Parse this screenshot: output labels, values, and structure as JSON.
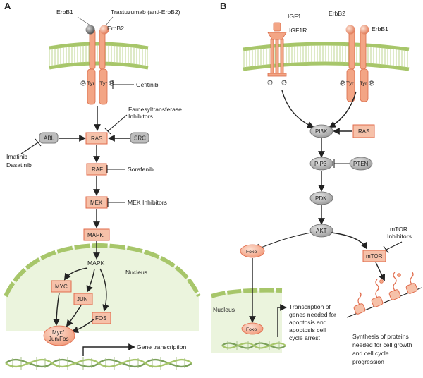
{
  "panelA": {
    "letter": "A",
    "erbb1": "ErbB1",
    "erbb2": "ErbB2",
    "trastuzumab": "Trastuzumab (anti-ErbB2)",
    "gefitinib": "Gefitinib",
    "ptyr_left_p": "P",
    "ptyr_left_tyr": "Tyr",
    "ptyr_right_tyr": "Tyr",
    "ptyr_right_p": "P",
    "farnesyl_line1": "Farnesyltransferase",
    "farnesyl_line2": "Inhibitors",
    "abl": "ABL",
    "ras": "RAS",
    "src": "SRC",
    "imatinib": "Imatinib",
    "dasatinib": "Dasatinib",
    "raf": "RAF",
    "sorafenib": "Sorafenib",
    "mek": "MEK",
    "mek_inhibitors": "MEK Inhibitors",
    "mapk_box": "MAPK",
    "nucleus": "Nucleus",
    "mapk_nuclear": "MAPK",
    "myc": "MYC",
    "jun": "JUN",
    "fos": "FOS",
    "complex_line1": "Myc/",
    "complex_line2": "Jun/Fos",
    "gene_transcription": "Gene transcription"
  },
  "panelB": {
    "letter": "B",
    "igf1": "IGF1",
    "igf1r": "IGF1R",
    "erbb2": "ErbB2",
    "erbb1": "ErbB1",
    "igf_p_left": "P",
    "igf_p_right": "P",
    "ptyr_left_p": "P",
    "ptyr_left_tyr": "Tyr",
    "ptyr_right_tyr": "Tyr",
    "ptyr_right_p": "P",
    "pi3k": "PI3K",
    "ras": "RAS",
    "pip3": "PIP3",
    "pten": "PTEN",
    "pdk": "PDK",
    "akt": "AKT",
    "mtor_inhib_line1": "mTOR",
    "mtor_inhib_line2": "Inhibitors",
    "foxo": "Foxo",
    "mtor": "mTOR",
    "nucleus": "Nucleus",
    "foxo_nuclear": "Foxo",
    "transcription_lines": [
      "Transcription of",
      "genes needed for",
      "apoptosis and",
      "apoptosis cell",
      "cycle arrest"
    ],
    "synthesis_lines": [
      "Synthesis of proteins",
      "needed for cell growth",
      "and cell cycle",
      "progression"
    ]
  },
  "colors": {
    "node_fill": "#f6c1a9",
    "node_stroke": "#e06a4a",
    "grey_fill": "#bdbdbd",
    "membrane": "#a7c66a",
    "nucleus_fill": "#d3e6b3",
    "dna": "#7aa05a"
  }
}
